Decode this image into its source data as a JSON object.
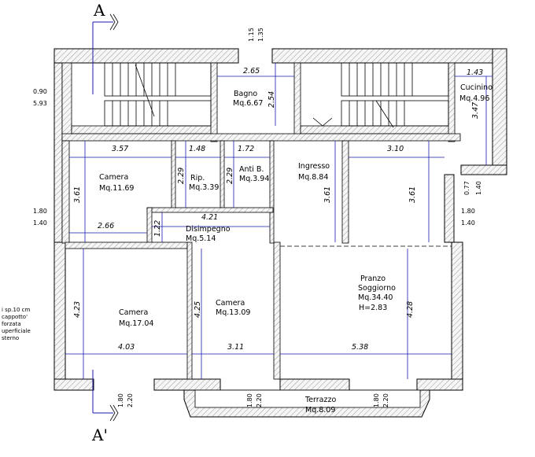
{
  "rooms": {
    "bagno": {
      "name": "Bagno",
      "area": "Mq.6.67"
    },
    "cucinino": {
      "name": "Cucinino",
      "area": "Mq.4.96"
    },
    "camera_a": {
      "name": "Camera",
      "area": "Mq.11.69"
    },
    "rip": {
      "name": "Rip.",
      "area": "Mq.3.39"
    },
    "anti": {
      "name": "Anti B.",
      "area": "Mq.3.94"
    },
    "ingresso": {
      "name": "Ingresso",
      "area": "Mq.8.84"
    },
    "disimpegno": {
      "name": "Disimpegno",
      "area": "Mq.5.14"
    },
    "pranzo": {
      "line1": "Pranzo",
      "line2": "Soggiorno",
      "area": "Mq.34.40",
      "height": "H=2.83"
    },
    "camera_b": {
      "name": "Camera",
      "area": "Mq.17.04"
    },
    "camera_c": {
      "name": "Camera",
      "area": "Mq.13.09"
    },
    "terrazzo": {
      "name": "Terrazzo",
      "area": "Mq.8.09"
    }
  },
  "dimensions": {
    "d265": "2.65",
    "d254": "2.54",
    "d143": "1.43",
    "d347": "3.47",
    "d357": "3.57",
    "d148": "1.48",
    "d172": "1.72",
    "d310": "3.10",
    "d229a": "2.29",
    "d229b": "2.29",
    "d361a": "3.61",
    "d361b": "3.61",
    "d361c": "3.61",
    "d421": "4.21",
    "d122": "1.22",
    "d266": "2.66",
    "d423": "4.23",
    "d425": "4.25",
    "d428": "4.28",
    "d403": "4.03",
    "d311": "3.11",
    "d538": "5.38"
  },
  "openings": {
    "top_window": {
      "w": "1.15",
      "h": "1.35"
    },
    "left_window": {
      "w": "0.90",
      "h": "5.93"
    },
    "left_door": {
      "w": "1.80",
      "h": "1.40"
    },
    "right_door": {
      "w": "1.80",
      "h": "1.40"
    },
    "cucinino_window": {
      "w": "0.77",
      "h": "1.40"
    },
    "bottom_1": {
      "w": "1.80",
      "h": "2.20"
    },
    "bottom_2": {
      "w": "1.80",
      "h": "2.20"
    },
    "bottom_3": {
      "w": "1.80",
      "h": "2.20"
    }
  },
  "section": {
    "top": "A",
    "bottom": "A'"
  },
  "note_lines": [
    "i sp.10 cm",
    "cappotto'",
    "forzata",
    "uperficiale",
    "sterno"
  ]
}
